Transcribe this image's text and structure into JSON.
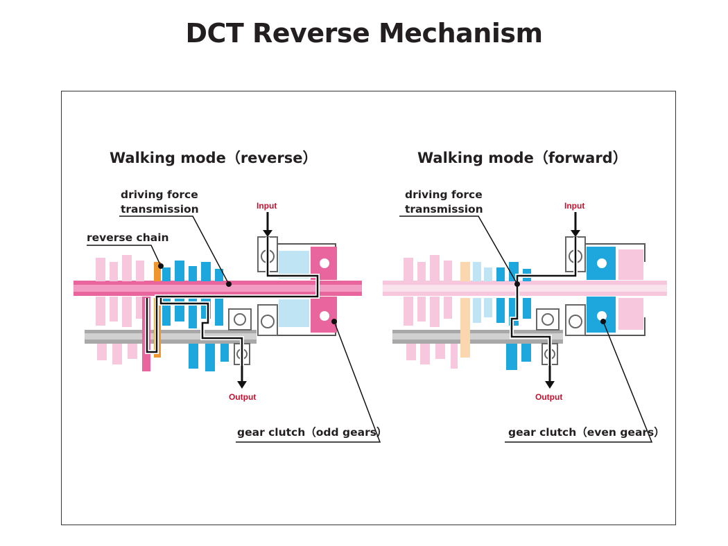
{
  "title": "DCT Reverse Mechanism",
  "panels": [
    {
      "heading": "Walking mode（reverse）",
      "labels": {
        "driving_force_line1": "driving force",
        "driving_force_line2": "transmission",
        "reverse_chain": "reverse chain",
        "gear_clutch": "gear clutch（odd gears）",
        "input": "Input",
        "output": "Output"
      }
    },
    {
      "heading": "Walking mode（forward）",
      "labels": {
        "driving_force_line1": "driving force",
        "driving_force_line2": "transmission",
        "gear_clutch": "gear clutch（even gears）",
        "input": "Input",
        "output": "Output"
      }
    }
  ],
  "colors": {
    "pink": "#e8659e",
    "pink_light": "#f6c7dd",
    "blue": "#1ea7dc",
    "blue_light": "#bfe5f5",
    "gray": "#9a9a9a",
    "gray_light": "#d9d9d9",
    "orange": "#f0962e",
    "red": "#c8102e"
  }
}
